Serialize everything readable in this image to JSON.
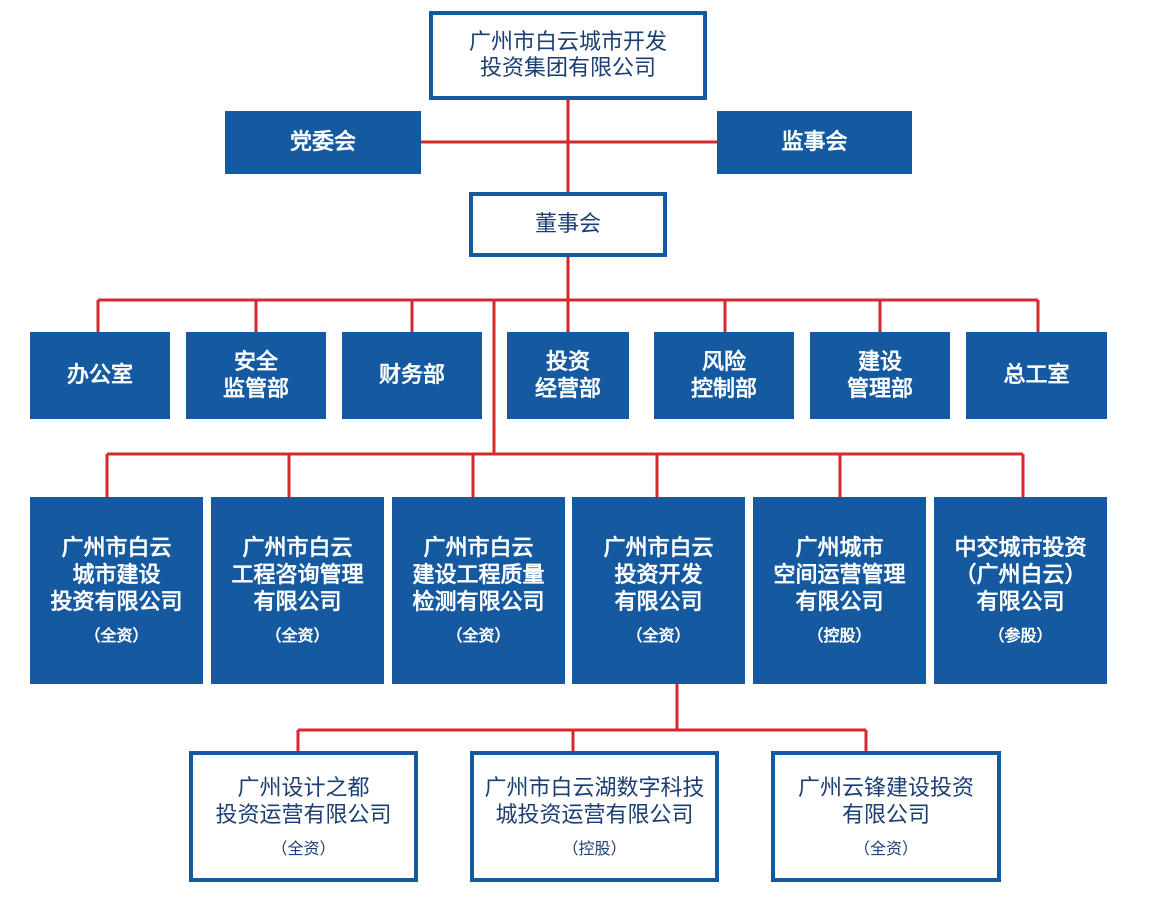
{
  "colors": {
    "box_fill": "#155aa0",
    "box_border": "#155aa0",
    "connector": "#d42a2f",
    "outlined_text": "#1b3f72"
  },
  "top": {
    "name": [
      "广州市白云城市开发",
      "投资集团有限公司"
    ]
  },
  "side_left": {
    "name": [
      "党委会"
    ]
  },
  "side_right": {
    "name": [
      "监事会"
    ]
  },
  "board": {
    "name": [
      "董事会"
    ]
  },
  "departments": [
    {
      "name": [
        "办公室"
      ]
    },
    {
      "name": [
        "安全",
        "监管部"
      ]
    },
    {
      "name": [
        "财务部"
      ]
    },
    {
      "name": [
        "投资",
        "经营部"
      ]
    },
    {
      "name": [
        "风险",
        "控制部"
      ]
    },
    {
      "name": [
        "建设",
        "管理部"
      ]
    },
    {
      "name": [
        "总工室"
      ]
    }
  ],
  "subsidiaries": [
    {
      "name": [
        "广州市白云",
        "城市建设",
        "投资有限公司"
      ],
      "share": "（全资）"
    },
    {
      "name": [
        "广州市白云",
        "工程咨询管理",
        "有限公司"
      ],
      "share": "（全资）"
    },
    {
      "name": [
        "广州市白云",
        "建设工程质量",
        "检测有限公司"
      ],
      "share": "（全资）"
    },
    {
      "name": [
        "广州市白云",
        "投资开发",
        "有限公司"
      ],
      "share": "（全资）"
    },
    {
      "name": [
        "广州城市",
        "空间运营管理",
        "有限公司"
      ],
      "share": "（控股）"
    },
    {
      "name": [
        "中交城市投资",
        "（广州白云）",
        "有限公司"
      ],
      "share": "（参股）"
    }
  ],
  "grandchildren": [
    {
      "name": [
        "广州设计之都",
        "投资运营有限公司"
      ],
      "share": "（全资）"
    },
    {
      "name": [
        "广州市白云湖数字科技",
        "城投资运营有限公司"
      ],
      "share": "（控股）"
    },
    {
      "name": [
        "广州云锋建设投资",
        "有限公司"
      ],
      "share": "（全资）"
    }
  ]
}
